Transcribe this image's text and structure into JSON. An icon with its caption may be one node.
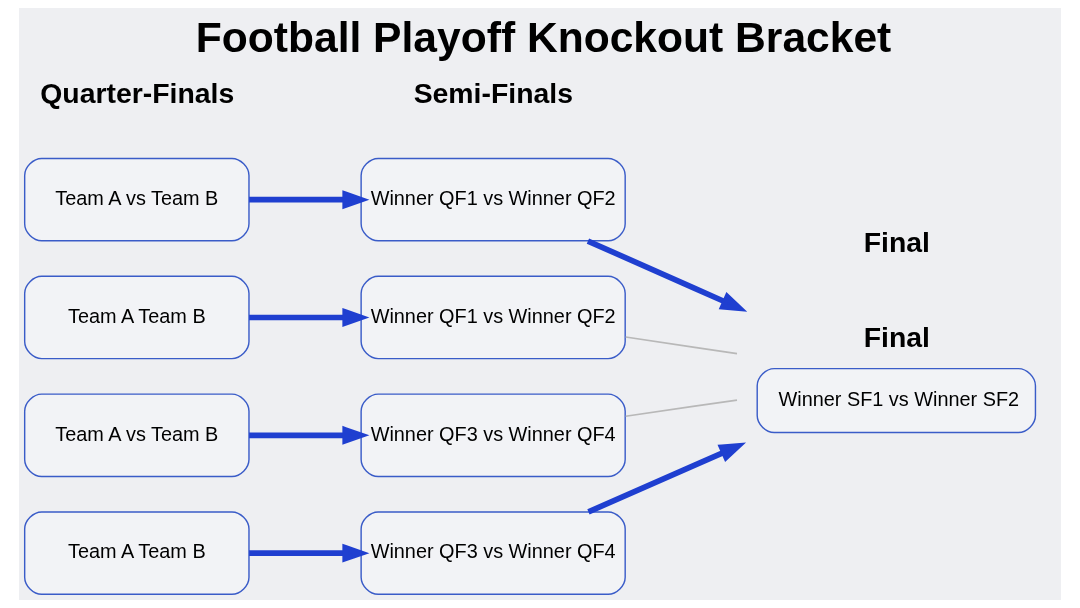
{
  "diagram": {
    "title": "Football Playoff Knockout Bracket",
    "nodes": [
      {
        "text": [
          "Team A vs Team B"
        ]
      },
      {
        "text": [
          "Team A Team B"
        ]
      },
      {
        "text": [
          "Team A vs Team B"
        ]
      },
      {
        "text": [
          "Team A Team B"
        ]
      },
      {
        "text": [
          "Winner QF1 vs Winner QF2"
        ]
      },
      {
        "text": [
          "Winner QF1 vs Winner QF2"
        ]
      },
      {
        "text": [
          "Winner QF3 vs Winner QF4"
        ]
      },
      {
        "text": [
          "Winner QF3 vs Winner QF4"
        ]
      },
      {
        "text": [
          "Final",
          "Winner SF1 vs Winner SF2"
        ]
      }
    ],
    "edges": [
      {
        "from": 0,
        "to": 4,
        "arrow": "to"
      },
      {
        "from": 1,
        "to": 5,
        "arrow": "to"
      },
      {
        "from": 2,
        "to": 6,
        "arrow": "to"
      },
      {
        "from": 3,
        "to": 7,
        "arrow": "to"
      },
      {
        "from": 4,
        "to": 8,
        "arrow": "to"
      },
      {
        "from": 5,
        "to": 8,
        "arrow": "none",
        "color": "#b8b8b8"
      },
      {
        "from": 6,
        "to": 8,
        "arrow": "none",
        "color": "#b8b8b8"
      },
      {
        "from": 7,
        "to": 8,
        "arrow": "to"
      }
    ],
    "labels": [
      "Quarter-Finals",
      "Semi-Finals",
      "Final"
    ]
  }
}
